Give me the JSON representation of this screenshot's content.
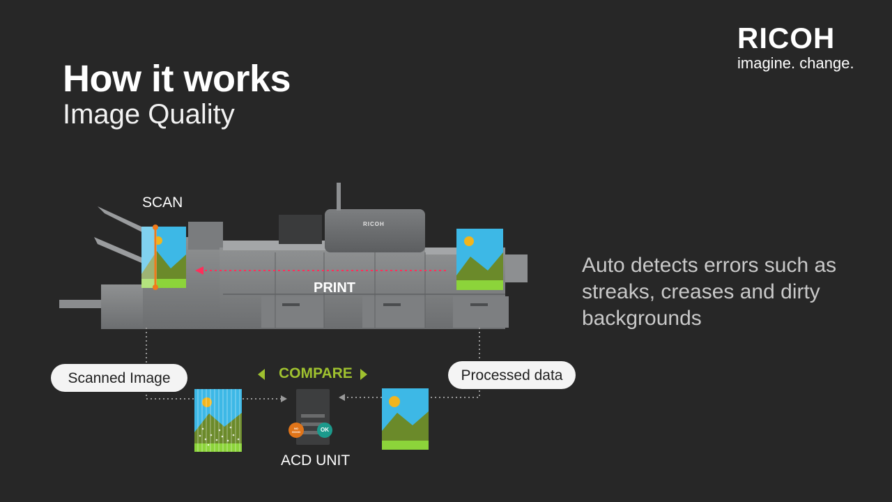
{
  "slide": {
    "title": "How it works",
    "subtitle": "Image Quality",
    "description": "Auto detects errors such as streaks, creases and dirty backgrounds"
  },
  "brand": {
    "name": "RICOH",
    "tagline": "imagine. change.",
    "printer_badge": "RICOH"
  },
  "diagram": {
    "scan_label": "SCAN",
    "print_label": "PRINT",
    "scanned_pill": "Scanned Image",
    "processed_pill": "Processed data",
    "compare_label": "COMPARE",
    "acd_label": "ACD UNIT",
    "no_good_badge": "NO GOOD",
    "ok_badge": "OK"
  },
  "colors": {
    "background": "#272727",
    "accent_green": "#9fc12f",
    "sky_blue": "#3db8e6",
    "grass_green": "#8cd43a",
    "sun_yellow": "#f2b51d",
    "mountain_green": "#6b8a2a",
    "scan_orange": "#f07a1a",
    "print_arrow": "#ff2e5a",
    "ok_badge": "#1c9a8c",
    "no_good_badge": "#e07419"
  },
  "icons": [
    "printer-illustration",
    "scanned-image-icon",
    "processed-image-icon",
    "acd-unit-icon"
  ]
}
